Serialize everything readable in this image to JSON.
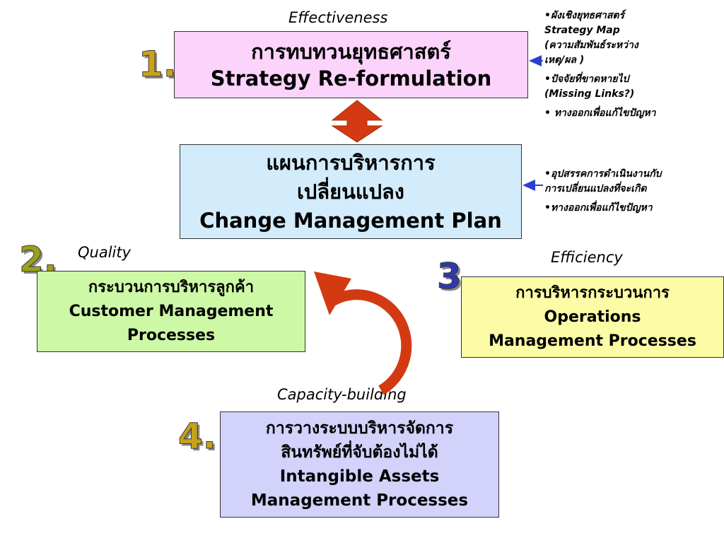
{
  "captions": {
    "effectiveness": "Effectiveness",
    "quality": "Quality",
    "efficiency": "Efficiency",
    "capacity": "Capacity-building"
  },
  "numbers": {
    "n1": "1.",
    "n2": "2.",
    "n3": "3.",
    "n4": "4."
  },
  "boxes": {
    "strategy": {
      "thai": "การทบทวนยุทธศาสตร์",
      "english": "Strategy Re-formulation",
      "color": "#fbd3fb"
    },
    "change": {
      "thai1": "แผนการบริหารการ",
      "thai2": "เปลี่ยนแปลง",
      "english": "Change Management  Plan",
      "color": "#d3ecfb"
    },
    "customer": {
      "thai": "กระบวนการบริหารลูกค้า",
      "english1": "Customer  Management",
      "english2": "Processes",
      "color": "#cdf8a6"
    },
    "operations": {
      "thai": "การบริหารกระบวนการ",
      "english1": "Operations",
      "english2": "Management Processes",
      "color": "#fcfca6"
    },
    "intangible": {
      "thai1": "การวางระบบบริหารจัดการ",
      "thai2": "สินทรัพย์ที่จับต้องไม่ได้",
      "english1": "Intangible Assets",
      "english2": "Management Processes",
      "color": "#d2d2fb"
    }
  },
  "notes_top": [
    "•ผังเชิงยุทธศาสตร์",
    "Strategy Map",
    "(ความสัมพันธ์ระหว่าง",
    "เหตุ/ผล )",
    "•ปัจจัยที่ขาดหายไป",
    "(Missing Links?)",
    "• ทางออกเพื่อแก้ไขปัญหา"
  ],
  "notes_bottom": [
    "•อุปสรรคการดำเนินงานกับ",
    "การเปลี่ยนแปลงที่จะเกิด",
    "•ทางออกเพื่อแก้ไขปัญหา"
  ],
  "colors": {
    "arrow_red": "#d43a12",
    "pointer_blue": "#2a3fd0"
  }
}
